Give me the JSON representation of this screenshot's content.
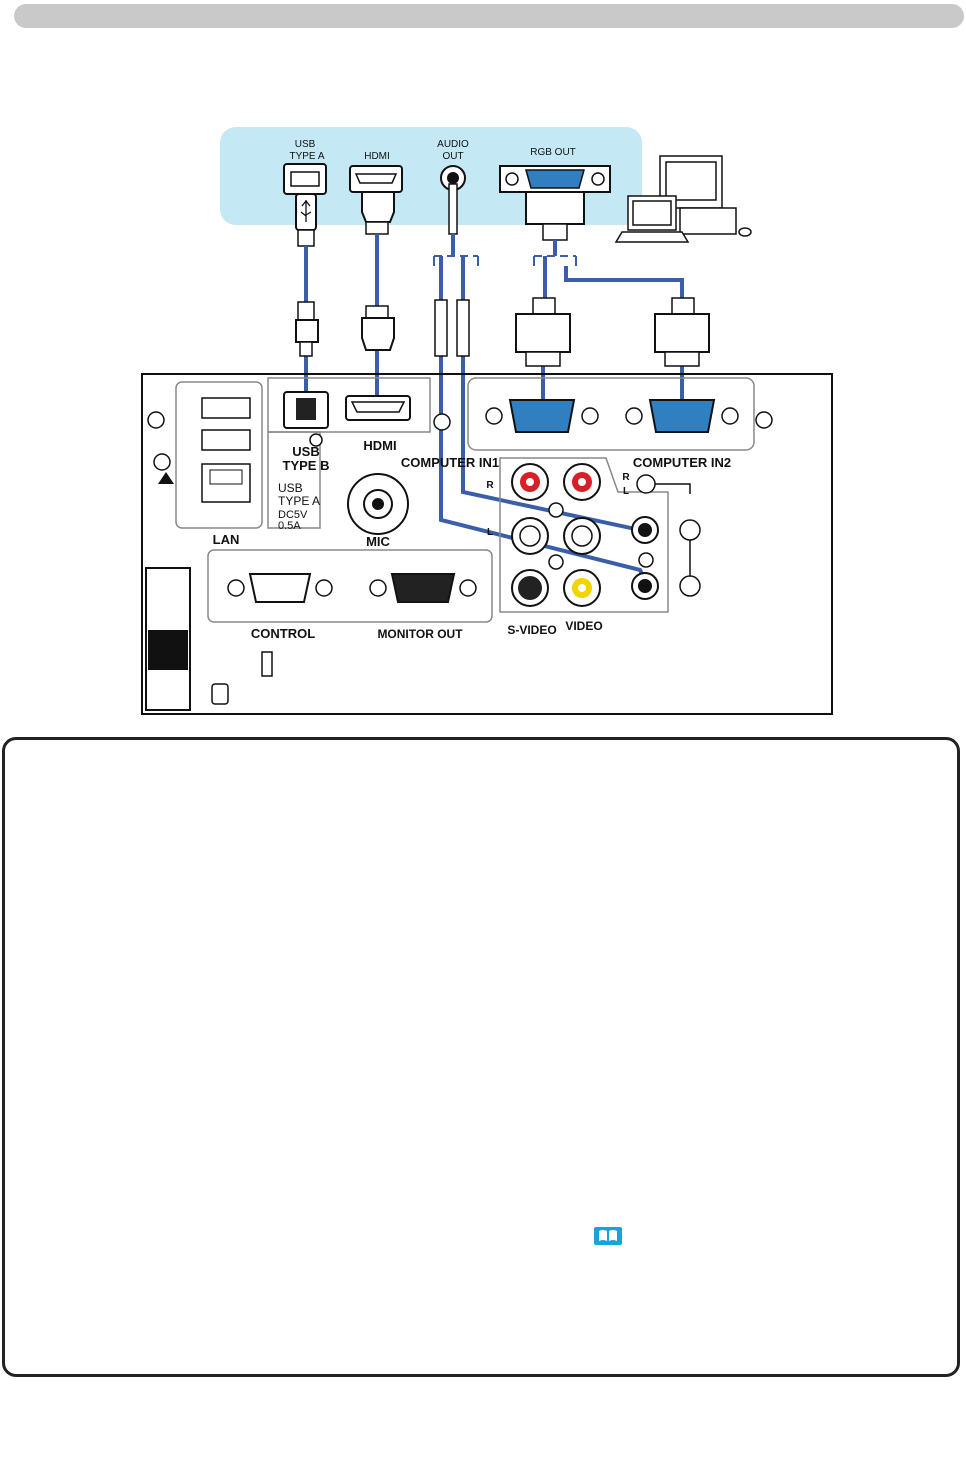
{
  "computer_panel": {
    "usb_type_a": [
      "USB",
      "TYPE A"
    ],
    "hdmi": "HDMI",
    "audio_out": [
      "AUDIO",
      "OUT"
    ],
    "rgb_out": "RGB OUT"
  },
  "projector_panel": {
    "usb_type_b": [
      "USB",
      "TYPE B"
    ],
    "hdmi": "HDMI",
    "usb_type_a_spec": [
      "USB",
      "TYPE A",
      "DC5V",
      "0.5A"
    ],
    "lan": "LAN",
    "mic": "MIC",
    "computer_in1": "COMPUTER IN1",
    "computer_in2": "COMPUTER IN2",
    "audio_r": "R",
    "audio_l": "L",
    "audio_r2": "R",
    "audio_l2": "L",
    "control": "CONTROL",
    "monitor_out": "MONITOR OUT",
    "s_video": "S-VIDEO",
    "video": "VIDEO"
  },
  "colors": {
    "cable": "#3a5ea8",
    "panel_bg": "#c4e8f4",
    "port_blue": "#2f7fc1",
    "rca_red": "#d61f26",
    "rca_yellow": "#f2d400",
    "book_icon": "#1aa3d9"
  },
  "icons": [
    "usb-icon",
    "book-icon",
    "screw-icon",
    "kensington-lock-icon",
    "computer-icon"
  ]
}
